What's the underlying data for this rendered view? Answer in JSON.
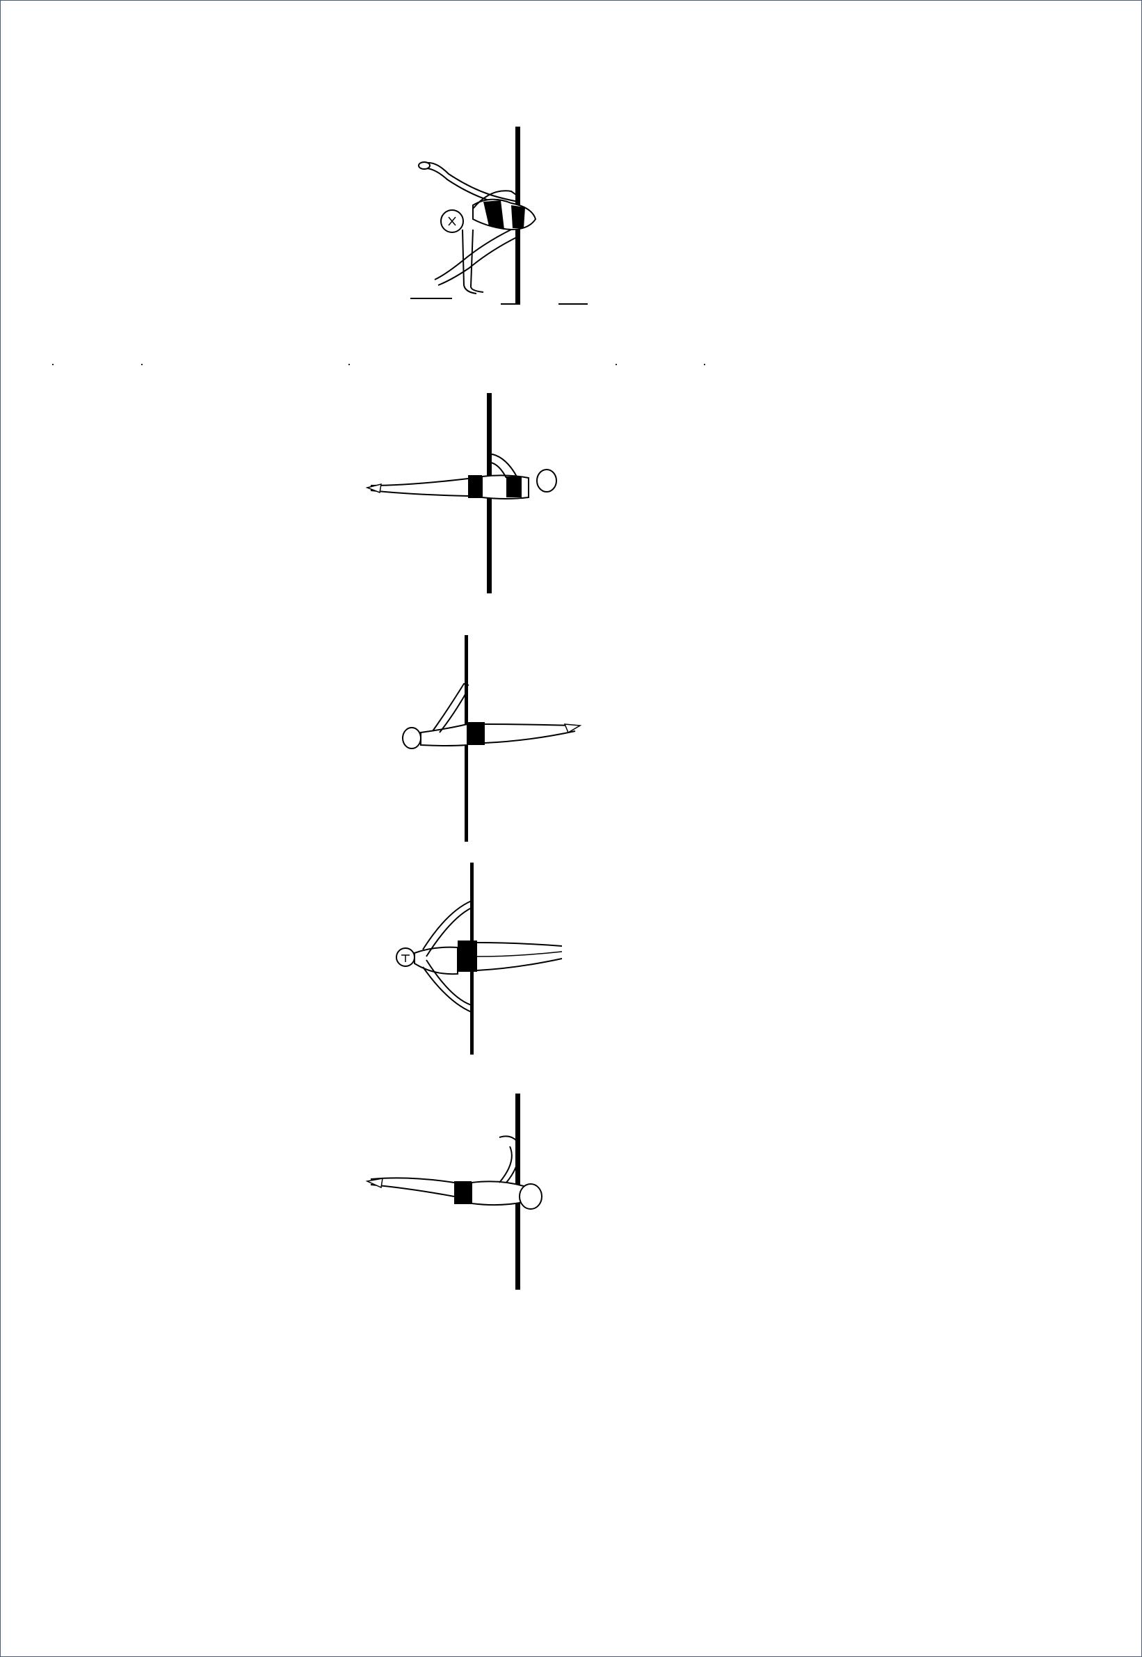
{
  "page": {
    "background": "#ffffff",
    "border_color": "#4a5a78",
    "ink_color": "#000000"
  },
  "figures": [
    {
      "pose": "handstand-split-pose",
      "icon": "pole-dancer-illustration"
    },
    {
      "pose": "horizontal-flag-pose",
      "icon": "pole-dancer-illustration"
    },
    {
      "pose": "horizontal-side-hold-pose",
      "icon": "pole-dancer-illustration"
    },
    {
      "pose": "horizontal-front-pose",
      "icon": "pole-dancer-illustration"
    },
    {
      "pose": "horizontal-arm-hold-pose",
      "icon": "pole-dancer-illustration"
    }
  ]
}
